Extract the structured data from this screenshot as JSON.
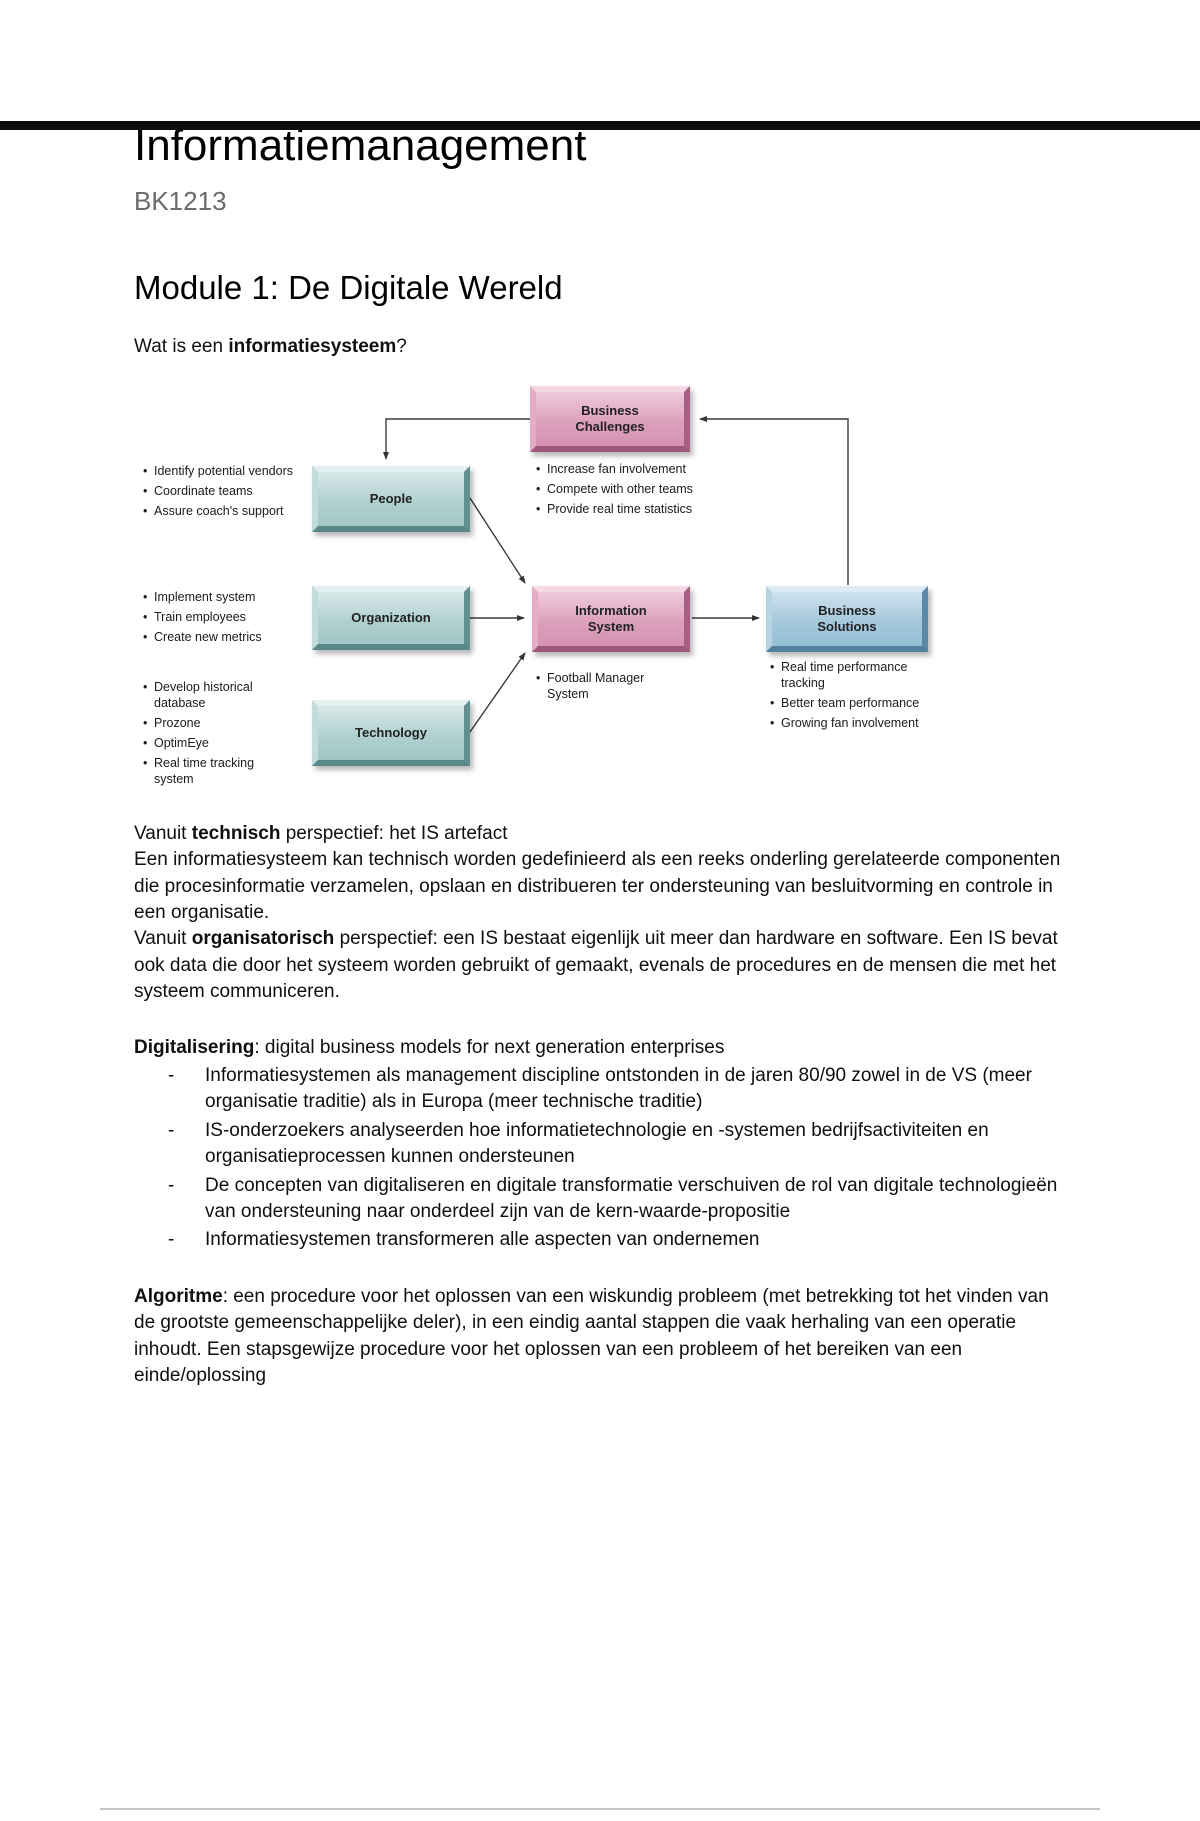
{
  "page": {
    "title": "Informatiemanagement",
    "course_code": "BK1213"
  },
  "module": {
    "heading": "Module 1: De Digitale Wereld",
    "intro_prefix": "Wat is een ",
    "intro_bold": "informatiesysteem",
    "intro_suffix": "?"
  },
  "diagram": {
    "bullet_char": "•",
    "boxes": {
      "business_challenges": "Business\nChallenges",
      "people": "People",
      "organization": "Organization",
      "technology": "Technology",
      "information_system": "Information\nSystem",
      "business_solutions": "Business\nSolutions"
    },
    "lists": {
      "people": [
        "Identify potential vendors",
        "Coordinate teams",
        "Assure coach's support"
      ],
      "organization": [
        "Implement system",
        "Train employees",
        "Create new metrics"
      ],
      "technology": [
        "Develop historical database",
        "Prozone",
        "OptimEye",
        "Real time tracking system"
      ],
      "challenges": [
        "Increase fan involvement",
        "Compete with other teams",
        "Provide real time statistics"
      ],
      "information_system": [
        "Football Manager System"
      ],
      "solutions": [
        "Real time performance tracking",
        "Better team performance",
        "Growing fan involvement"
      ]
    }
  },
  "body": {
    "dash_char": "-",
    "perspective": {
      "seg1": "Vanuit ",
      "bold1": "technisch",
      "seg2": " perspectief: het IS artefact\nEen informatiesysteem kan technisch worden gedefinieerd als een reeks onderling gerelateerde componenten die procesinformatie verzamelen, opslaan en distribueren ter ondersteuning van besluitvorming en controle in een organisatie.\nVanuit ",
      "bold2": "organisatorisch",
      "seg3": " perspectief: een IS bestaat eigenlijk uit meer dan hardware en software. Een IS bevat ook data die door het systeem worden gebruikt of gemaakt, evenals de procedures en de mensen die met het systeem communiceren."
    },
    "digitalisering": {
      "term": "Digitalisering",
      "definition": ": digital business models for next generation enterprises",
      "items": [
        "Informatiesystemen als management discipline ontstonden in de jaren 80/90 zowel in de VS (meer organisatie traditie) als in Europa (meer technische traditie)",
        "IS-onderzoekers analyseerden hoe informatietechnologie en -systemen bedrijfsactiviteiten en organisatieprocessen kunnen ondersteunen",
        "De concepten van digitaliseren en digitale transformatie verschuiven de rol van digitale technologieën van ondersteuning naar onderdeel zijn van de kern-waarde-propositie",
        "Informatiesystemen transformeren alle aspecten van ondernemen"
      ]
    },
    "algoritme": {
      "term": "Algoritme",
      "definition": ": een procedure voor het oplossen van een wiskundig probleem (met betrekking tot het vinden van de grootste gemeenschappelijke deler), in een eindig aantal stappen die vaak herhaling van een operatie inhoudt. Een stapsgewijze procedure voor het oplossen van een probleem of het bereiken van een einde/oplossing"
    }
  },
  "colors": {
    "box_pink": "#d794b2",
    "box_teal": "#a6c9c9",
    "box_blue": "#9cc1d7",
    "arrow": "#333333",
    "subtitle_gray": "#6b6b6b"
  }
}
